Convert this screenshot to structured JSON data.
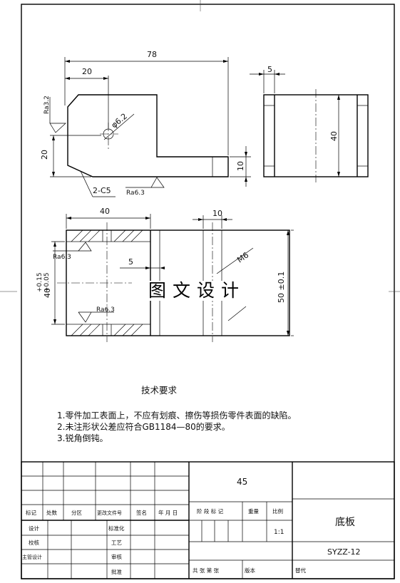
{
  "dims": {
    "top_78": "78",
    "top_20": "20",
    "side_5": "5",
    "left_20": "20",
    "right_10": "10",
    "side_40": "40",
    "hole": "φ6.2",
    "chamfer": "2-C5",
    "sec_40": "40",
    "sec_10": "10",
    "sec_5": "5",
    "thread": "M6",
    "sec_50": "50 ±0.1",
    "sec_left_40": "40",
    "tol_upper": "+0.15",
    "tol_lower": "+0.05"
  },
  "roughness": {
    "r1": "Ra3.2",
    "r2": "Ra6.3",
    "r3": "Ra6.3",
    "r4": "Ra6.3"
  },
  "watermark": "图文设计",
  "notes": {
    "title": "技术要求",
    "items": [
      "1.零件加工表面上，不应有划痕、擦伤等损伤零件表面的缺陷。",
      "2.未注形状公差应符合GB1184—80的要求。",
      "3.锐角倒钝。"
    ]
  },
  "title_block": {
    "material": "45",
    "part_name": "底板",
    "drawing_no": "SYZZ-12",
    "scale": "1:1",
    "headers": {
      "mark": "标记",
      "count": "处数",
      "zone": "分区",
      "change_doc": "更改文件号",
      "sign": "签名",
      "date": "年 月 日",
      "stage_mark": "阶 段 标 记",
      "weight": "重量",
      "ratio": "比例"
    },
    "roles": {
      "design": "设计",
      "check": "校核",
      "chief": "主管设计",
      "standard": "标准化",
      "process": "工艺",
      "review": "审核",
      "approve": "批准"
    },
    "sheets": "共  张  第  张",
    "version": "版本",
    "replace": "替代"
  }
}
